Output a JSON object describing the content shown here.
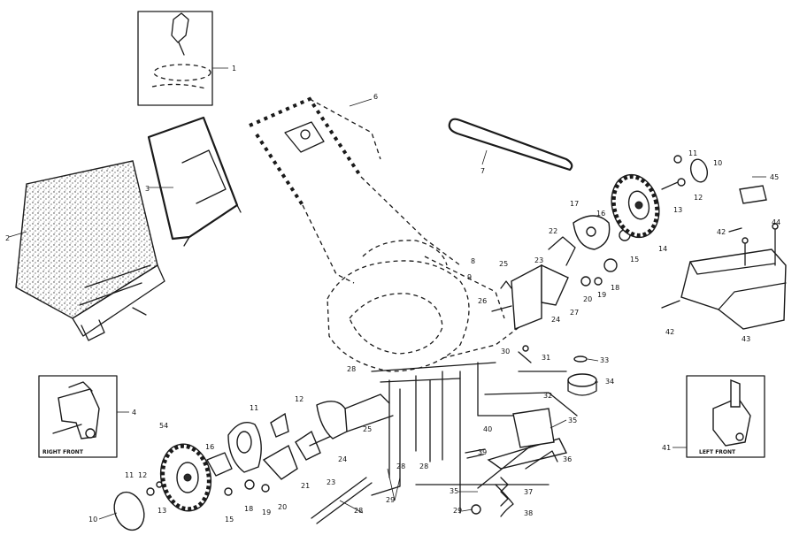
{
  "diagram": {
    "insets": {
      "right_front": "RIGHT FRONT",
      "left_front": "LEFT FRONT"
    },
    "callouts": {
      "c1": "1",
      "c2": "2",
      "c3": "3",
      "c4": "4",
      "c6": "6",
      "c7": "7",
      "c8": "8",
      "c9": "9",
      "c10": "10",
      "c11": "11",
      "c12": "12",
      "c13": "13",
      "c14": "14",
      "c15": "15",
      "c16": "16",
      "c17": "17",
      "c18": "18",
      "c19": "19",
      "c20": "20",
      "c21": "21",
      "c22": "22",
      "c23": "23",
      "c24": "24",
      "c25": "25",
      "c26": "26",
      "c27": "27",
      "c28": "28",
      "c29": "29",
      "c30": "30",
      "c31": "31",
      "c32": "32",
      "c33": "33",
      "c34": "34",
      "c35": "35",
      "c36": "36",
      "c37": "37",
      "c38": "38",
      "c39": "39",
      "c40": "40",
      "c41": "41",
      "c42": "42",
      "c43": "43",
      "c44": "44",
      "c45": "45",
      "c54": "54"
    }
  }
}
